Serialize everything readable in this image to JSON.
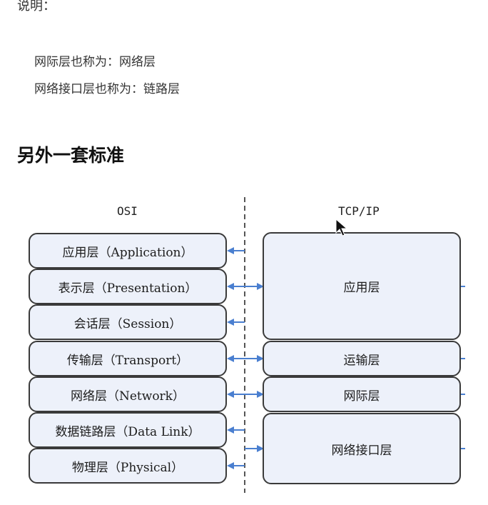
{
  "notes": {
    "heading": "说明：",
    "line1": "网际层也称为：网络层",
    "line2": "网络接口层也称为：链路层"
  },
  "section_title": "另外一套标准",
  "diagram": {
    "osi_label": "OSI",
    "tcpip_label": "TCP/IP",
    "osi_layers": [
      "应用层（Application）",
      "表示层（Presentation）",
      "会话层（Session）",
      "传输层（Transport）",
      "网络层（Network）",
      "数据链路层（Data Link）",
      "物理层（Physical）"
    ],
    "tcpip_layers": [
      "应用层",
      "运输层",
      "网际层",
      "网络接口层"
    ],
    "colors": {
      "box_fill": "#edf1fa",
      "box_border": "#3a3a3a",
      "arrow": "#4a7fd0",
      "divider": "#555555"
    }
  }
}
